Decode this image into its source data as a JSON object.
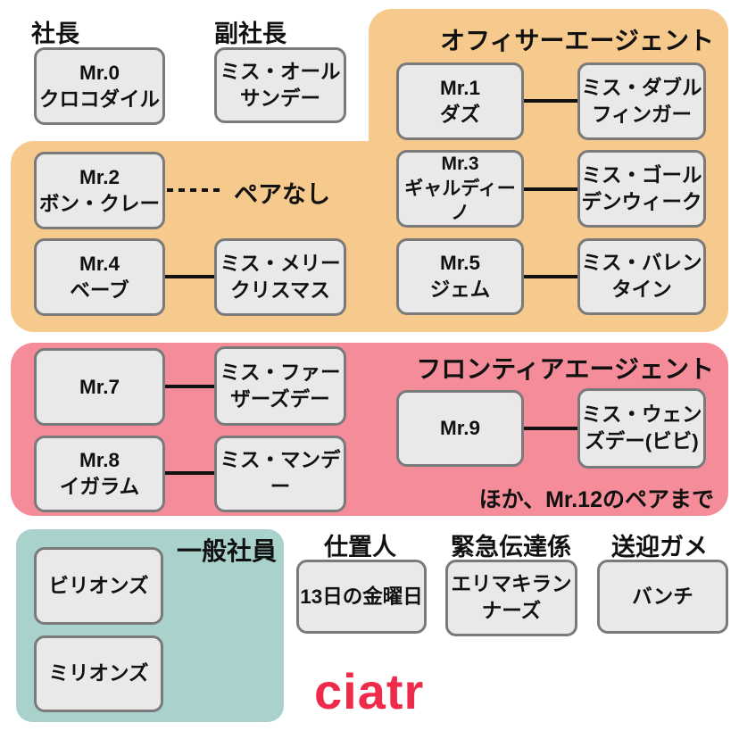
{
  "colors": {
    "officer_section_bg": "#F6C98D",
    "frontier_section_bg": "#F48C99",
    "staff_section_bg": "#AAD2CD",
    "member_box_bg": "#E9E9E9",
    "member_box_border": "#7A7A7A",
    "connector": "#111111",
    "logo_red": "#EE2B4B"
  },
  "executives": {
    "president_label": "社長",
    "president": "Mr.0\nクロコダイル",
    "vice_president_label": "副社長",
    "vice_president": "ミス・オール\nサンデー"
  },
  "officer": {
    "title": "オフィサーエージェント",
    "mr1": "Mr.1\nダズ",
    "miss1": "ミス・ダブル\nフィンガー",
    "mr2": "Mr.2\nボン・クレー",
    "no_pair_label": "ペアなし",
    "mr3": "Mr.3\nギャルディーノ",
    "miss3": "ミス・ゴール\nデンウィーク",
    "mr4": "Mr.4\nベーブ",
    "miss4": "ミス・メリー\nクリスマス",
    "mr5": "Mr.5\nジェム",
    "miss5": "ミス・バレン\nタイン"
  },
  "frontier": {
    "title": "フロンティアエージェント",
    "mr7": "Mr.7",
    "miss7": "ミス・ファー\nザーズデー",
    "mr8": "Mr.8\nイガラム",
    "miss8": "ミス・マンデ\nー",
    "mr9": "Mr.9",
    "miss9": "ミス・ウェン\nズデー(ビビ)",
    "note": "ほか、Mr.12のペアまで"
  },
  "staff": {
    "title": "一般社員",
    "billions": "ビリオンズ",
    "millions": "ミリオンズ"
  },
  "punisher": {
    "label": "仕置人",
    "member": "13日の金曜日"
  },
  "courier": {
    "label": "緊急伝達係",
    "member": "エリマキラン\nナーズ"
  },
  "transport": {
    "label": "送迎ガメ",
    "member": "バンチ"
  },
  "logo": {
    "text": "ciatr"
  }
}
